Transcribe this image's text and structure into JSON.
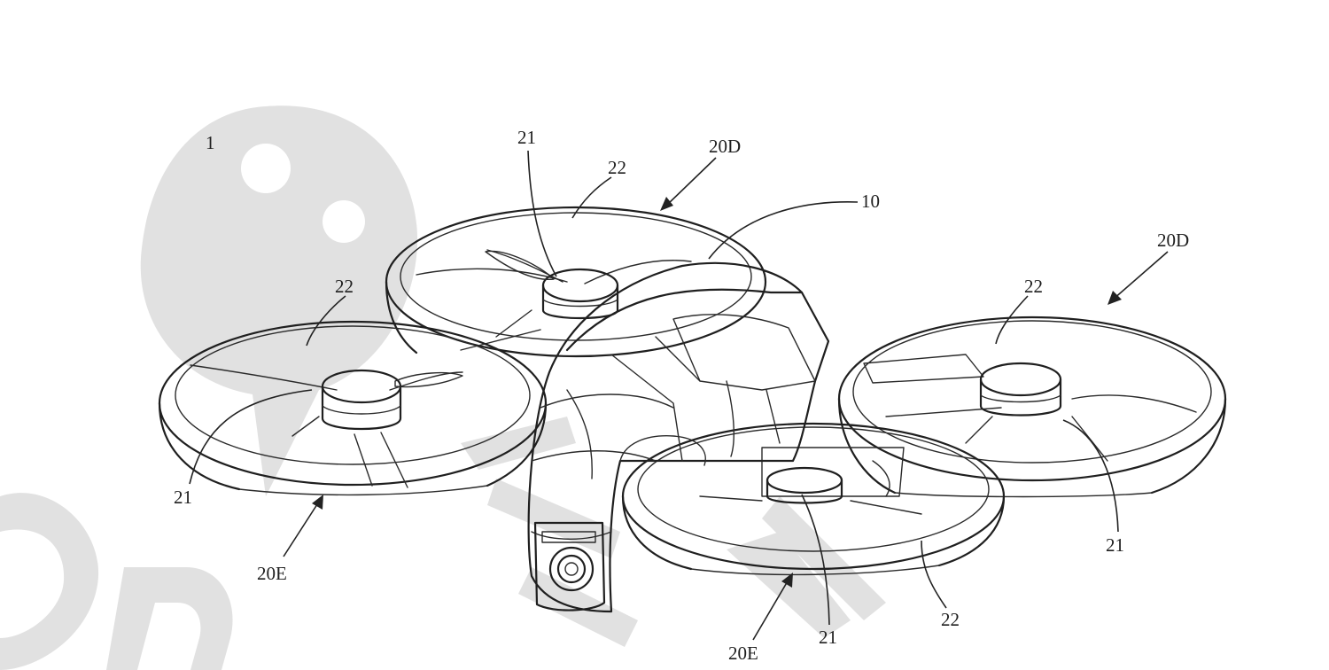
{
  "figure": {
    "labels": {
      "fig_number": "1",
      "body": "10",
      "motor_ul": "21",
      "guard_ul": "22",
      "duct_ul": "20D",
      "guard_ur": "22",
      "duct_ur": "20D",
      "motor_ur": "21",
      "guard_ll": "22",
      "motor_ll": "21",
      "duct_ll": "20E",
      "motor_lr": "21",
      "guard_lr": "22",
      "duct_lr": "20E"
    },
    "colors": {
      "ink": "#1f1f1f",
      "background": "#ffffff",
      "watermark": "#cfcfcf"
    },
    "watermark_icon": "chat-bubble-watermark"
  }
}
